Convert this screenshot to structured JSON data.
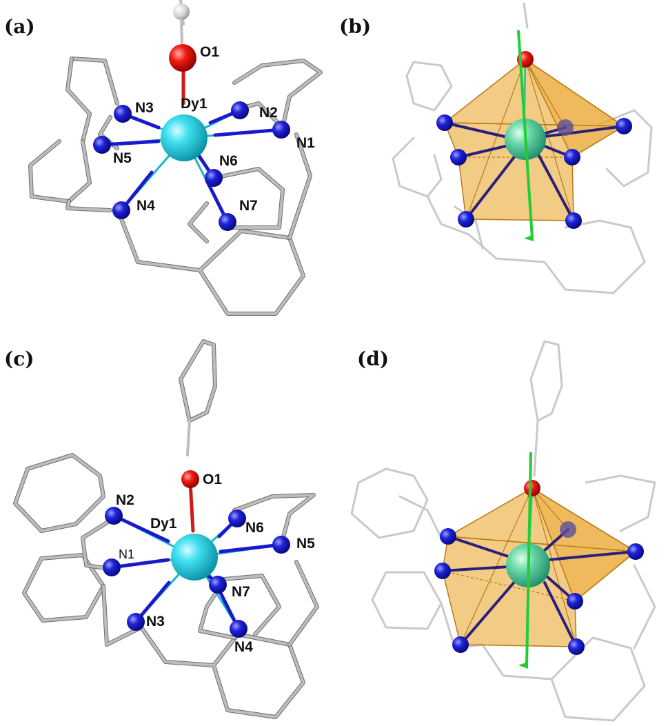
{
  "panels": {
    "a": {
      "label": "(a)",
      "atoms": {
        "o1": "O1",
        "dy1": "Dy1",
        "n1": "N1",
        "n2": "N2",
        "n3": "N3",
        "n4": "N4",
        "n5": "N5",
        "n6": "N6",
        "n7": "N7"
      }
    },
    "b": {
      "label": "(b)"
    },
    "c": {
      "label": "(c)",
      "atoms": {
        "o1": "O1",
        "dy1": "Dy1",
        "n1": "N1",
        "n2": "N2",
        "n3": "N3",
        "n4": "N4",
        "n5": "N5",
        "n6": "N6",
        "n7": "N7"
      }
    },
    "d": {
      "label": "(d)"
    }
  },
  "colors": {
    "dysprosium": "#22c6d8",
    "dysprosium_polyhedron_view": "#5fd0a0",
    "nitrogen": "#1a1acc",
    "oxygen": "#e01010",
    "hydrogen": "#e0e0e0",
    "carbon_framework": "#bdbdbd",
    "polyhedron": "#e8a020",
    "anisotropy_axis": "#22cc33"
  }
}
